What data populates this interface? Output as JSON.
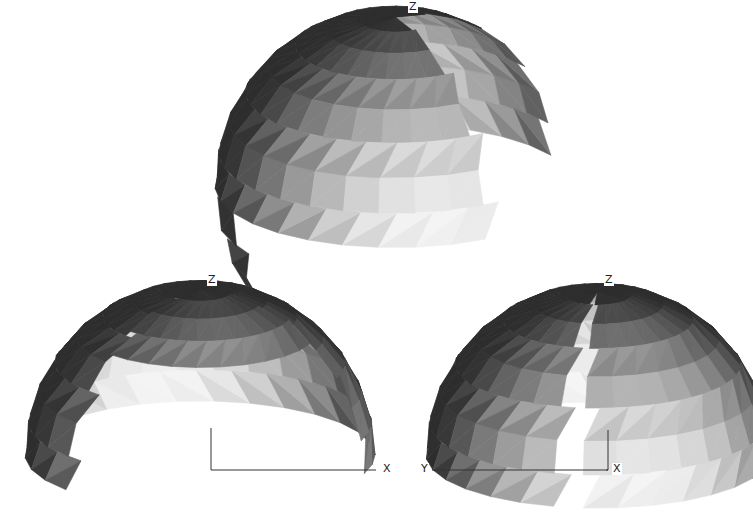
{
  "diagram": {
    "labels": [
      "Z",
      "Z",
      "X",
      "Z",
      "Y",
      "X"
    ]
  }
}
